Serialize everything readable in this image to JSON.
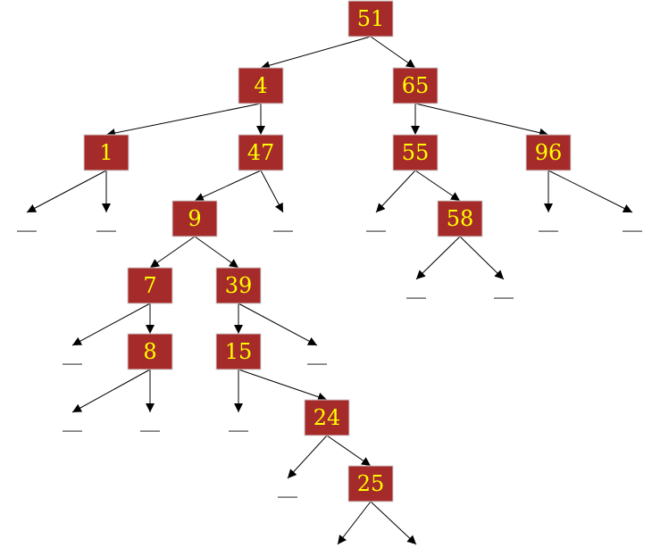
{
  "colors": {
    "node_fill": "#a52a2a",
    "node_text": "#ffff00",
    "edge": "#000000",
    "background": "#ffffff"
  },
  "tree": {
    "null_label": "__",
    "nodes": [
      {
        "id": "n51",
        "label": "51"
      },
      {
        "id": "n4",
        "label": "4"
      },
      {
        "id": "n65",
        "label": "65"
      },
      {
        "id": "n1",
        "label": "1"
      },
      {
        "id": "n47",
        "label": "47"
      },
      {
        "id": "n55",
        "label": "55"
      },
      {
        "id": "n96",
        "label": "96"
      },
      {
        "id": "n9",
        "label": "9"
      },
      {
        "id": "n58",
        "label": "58"
      },
      {
        "id": "n7",
        "label": "7"
      },
      {
        "id": "n39",
        "label": "39"
      },
      {
        "id": "n8",
        "label": "8"
      },
      {
        "id": "n15",
        "label": "15"
      },
      {
        "id": "n24",
        "label": "24"
      },
      {
        "id": "n25",
        "label": "25"
      }
    ],
    "edges": [
      {
        "from": "n51",
        "to": "n4"
      },
      {
        "from": "n51",
        "to": "n65"
      },
      {
        "from": "n4",
        "to": "n1"
      },
      {
        "from": "n4",
        "to": "n47"
      },
      {
        "from": "n65",
        "to": "n55"
      },
      {
        "from": "n65",
        "to": "n96"
      },
      {
        "from": "n1",
        "to": "null"
      },
      {
        "from": "n1",
        "to": "null"
      },
      {
        "from": "n47",
        "to": "n9"
      },
      {
        "from": "n47",
        "to": "null"
      },
      {
        "from": "n55",
        "to": "null"
      },
      {
        "from": "n55",
        "to": "n58"
      },
      {
        "from": "n96",
        "to": "null"
      },
      {
        "from": "n96",
        "to": "null"
      },
      {
        "from": "n9",
        "to": "n7"
      },
      {
        "from": "n9",
        "to": "n39"
      },
      {
        "from": "n58",
        "to": "null"
      },
      {
        "from": "n58",
        "to": "null"
      },
      {
        "from": "n7",
        "to": "null"
      },
      {
        "from": "n7",
        "to": "n8"
      },
      {
        "from": "n39",
        "to": "n15"
      },
      {
        "from": "n39",
        "to": "null"
      },
      {
        "from": "n8",
        "to": "null"
      },
      {
        "from": "n8",
        "to": "null"
      },
      {
        "from": "n15",
        "to": "null"
      },
      {
        "from": "n15",
        "to": "n24"
      },
      {
        "from": "n24",
        "to": "null"
      },
      {
        "from": "n24",
        "to": "n25"
      },
      {
        "from": "n25",
        "to": "null"
      },
      {
        "from": "n25",
        "to": "null"
      }
    ]
  }
}
